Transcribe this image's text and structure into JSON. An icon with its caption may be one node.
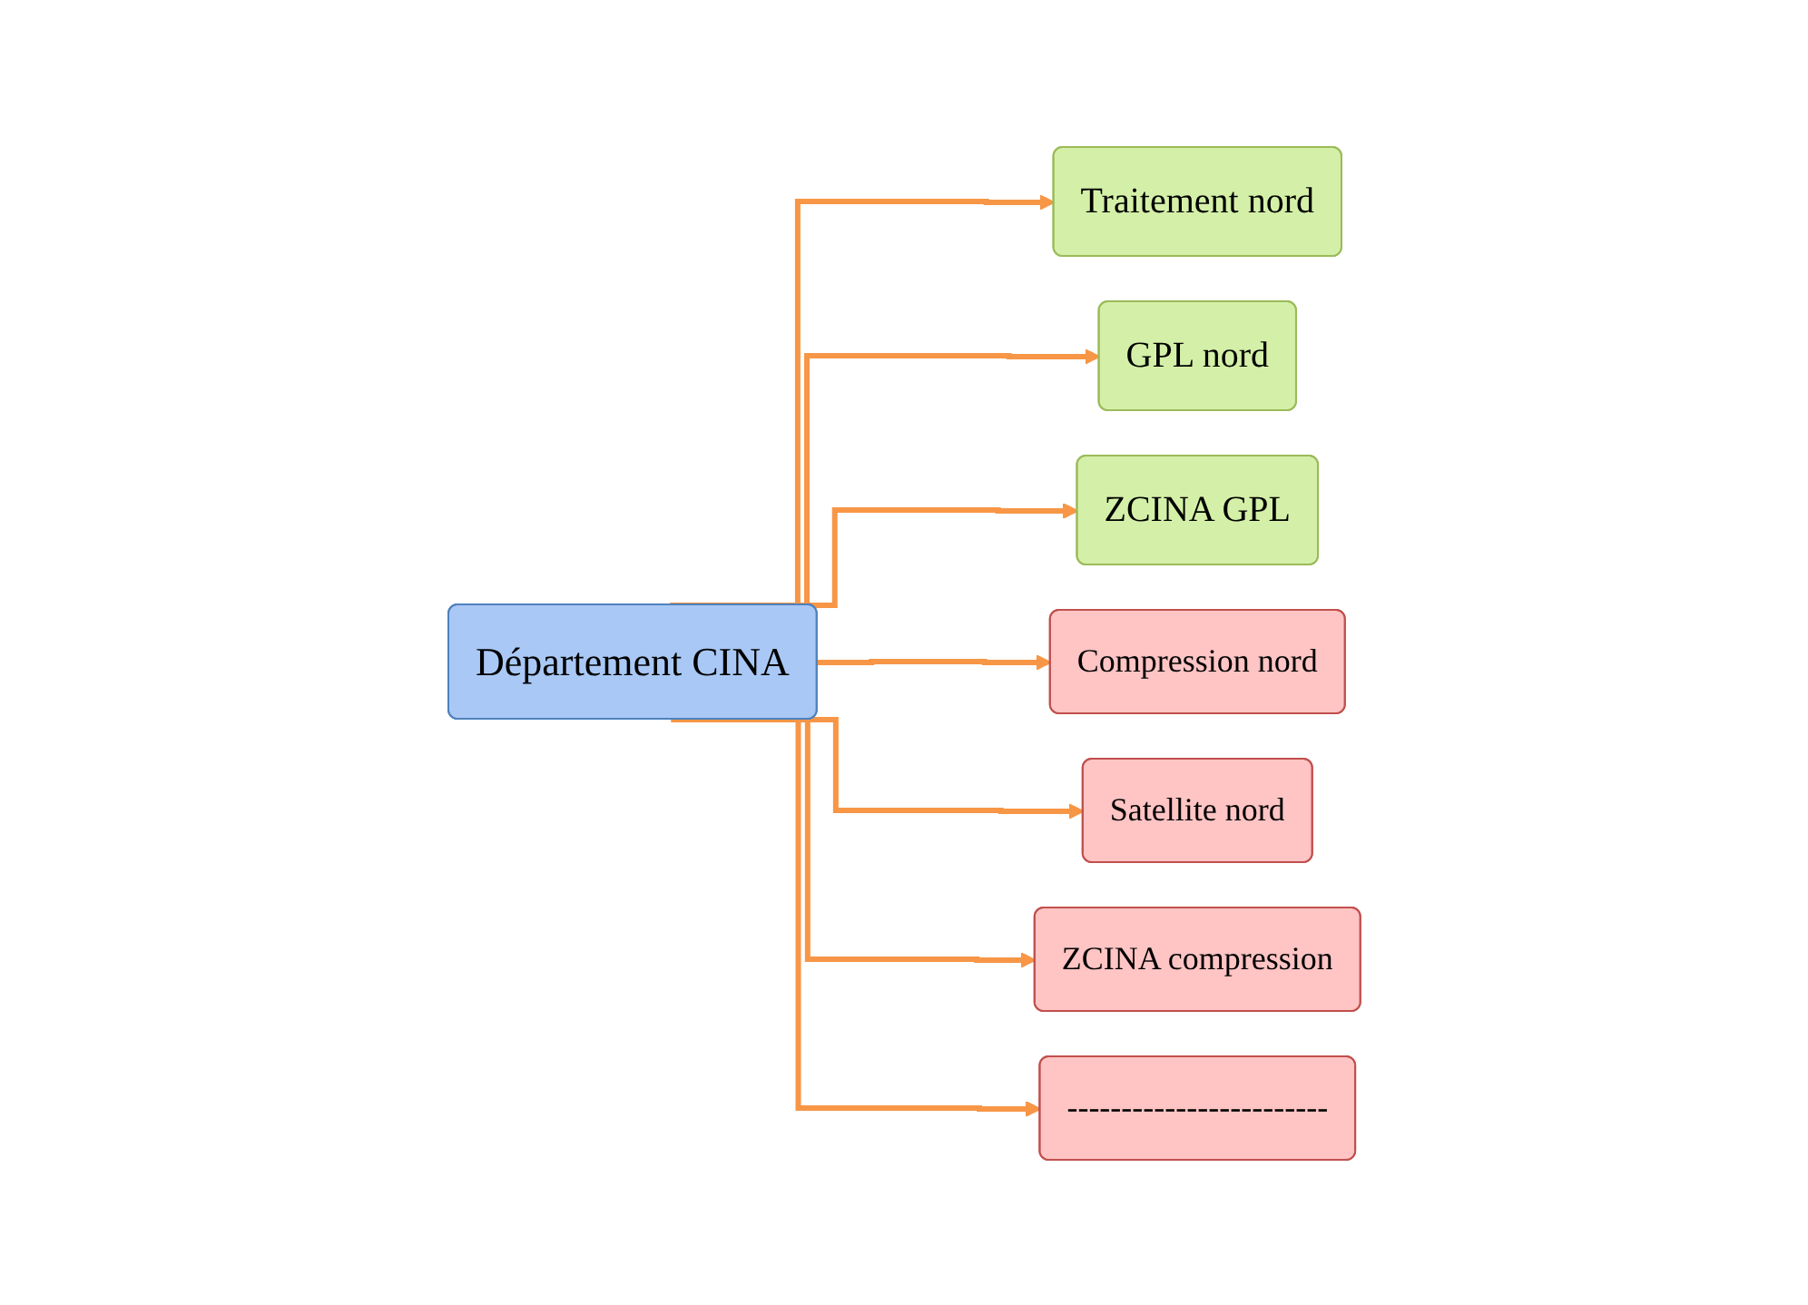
{
  "diagram": {
    "nodes": [
      {
        "text": [
          "Département CINA"
        ]
      },
      {
        "text": [
          "Traitement nord"
        ]
      },
      {
        "text": [
          "GPL nord"
        ]
      },
      {
        "text": [
          "ZCINA GPL"
        ]
      },
      {
        "text": [
          "Compression nord"
        ]
      },
      {
        "text": [
          "Satellite nord"
        ]
      },
      {
        "text": [
          "ZCINA compression"
        ]
      },
      {
        "text": [
          "------------------------"
        ]
      }
    ],
    "edges": [
      {
        "from": 0,
        "to": 1,
        "arrow": "to"
      },
      {
        "from": 0,
        "to": 2,
        "arrow": "to"
      },
      {
        "from": 0,
        "to": 3,
        "arrow": "to"
      },
      {
        "from": 0,
        "to": 4,
        "arrow": "to"
      },
      {
        "from": 0,
        "to": 5,
        "arrow": "to"
      },
      {
        "from": 0,
        "to": 6,
        "arrow": "to"
      },
      {
        "from": 0,
        "to": 7,
        "arrow": "to"
      }
    ]
  }
}
